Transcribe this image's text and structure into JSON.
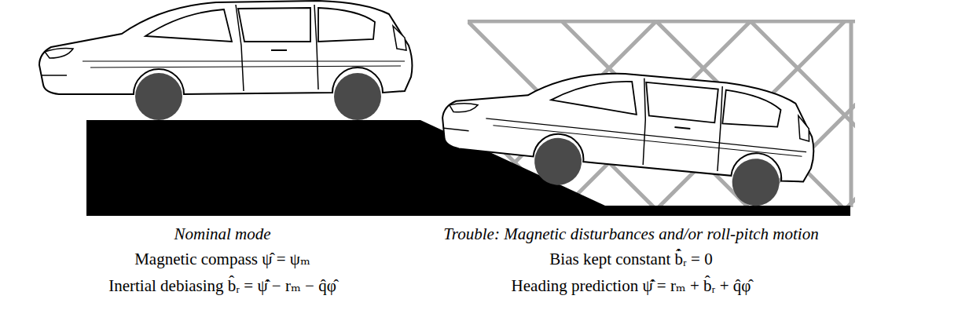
{
  "diagram": {
    "labels": [
      "Nominal mode",
      "Trouble: Magnetic disturbances and/or roll-pitch motion",
      "Magnetic compass ψ̂ = ψₘ",
      "Bias kept constant b̂̇ᵣ = 0",
      "Inertial debiasing b̂ᵣ = ψ̂̇ − rₘ − q̂φ̂",
      "Heading prediction ψ̂̇ = rₘ + b̂ᵣ + q̂φ̂"
    ]
  }
}
